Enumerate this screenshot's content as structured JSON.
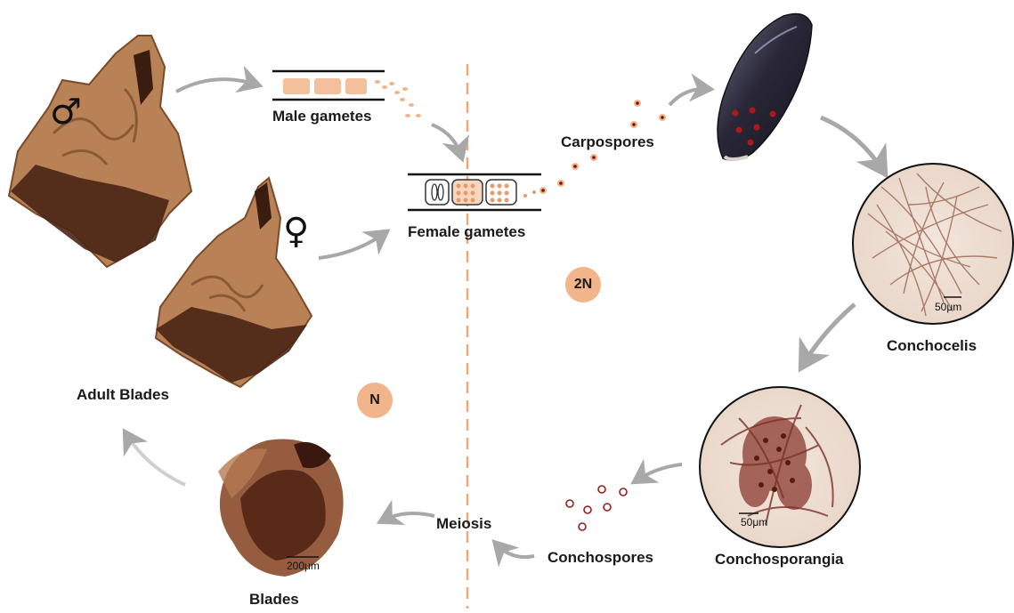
{
  "symbols": {
    "male": "♂",
    "female": "♀"
  },
  "labels": {
    "male_gametes": "Male gametes",
    "female_gametes": "Female gametes",
    "carpospores": "Carpospores",
    "conchocelis": "Conchocelis",
    "conchosporangia": "Conchosporangia",
    "conchospores": "Conchospores",
    "meiosis": "Meiosis",
    "blades": "Blades",
    "adult_blades": "Adult Blades"
  },
  "ploidy": {
    "haploid": "N",
    "diploid": "2N"
  },
  "scale_bars": {
    "conchocelis": "50μm",
    "conchosporangia": "50μm",
    "blades": "200μm"
  },
  "colors": {
    "arrow": "#a8a8a8",
    "divider": "#f0a878",
    "badge": "#f2b48a",
    "gamete": "#f2b48a",
    "spore_dark": "#7a1010",
    "blade_brown": "#8a5a3a",
    "blade_dark": "#4a2515"
  }
}
